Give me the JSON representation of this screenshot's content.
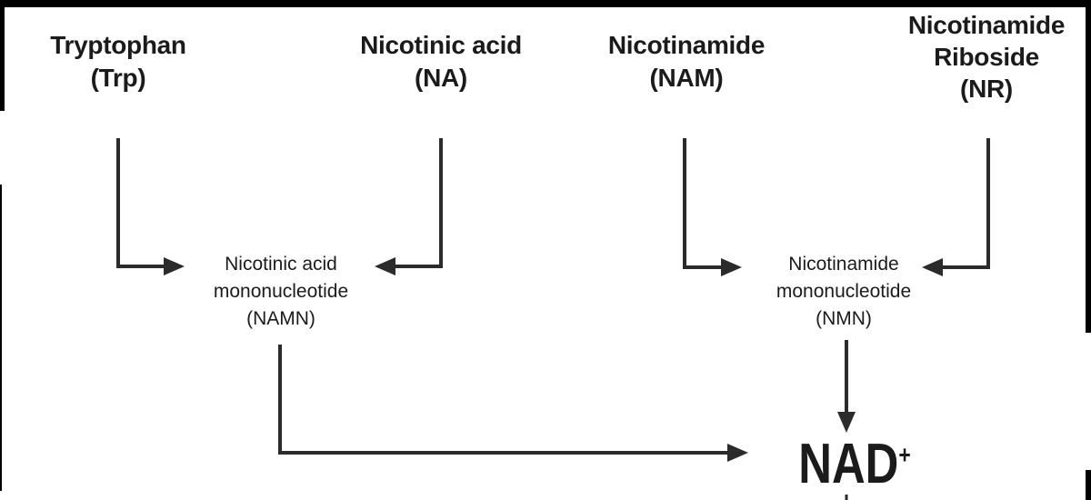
{
  "diagram": {
    "kind": "metabolic-pathway-flowchart",
    "product": "NAD+"
  },
  "colors": {
    "ink": "#1b1b1b",
    "line": "#2b2b2b",
    "border": "#000000",
    "background": "#ffffff"
  },
  "nodes": {
    "trp": {
      "lines": [
        "Tryptophan",
        "(Trp)"
      ]
    },
    "na": {
      "lines": [
        "Nicotinic acid",
        "(NA)"
      ]
    },
    "nam": {
      "lines": [
        "Nicotinamide",
        "(NAM)"
      ]
    },
    "nr": {
      "lines": [
        "Nicotinamide",
        "Riboside",
        "(NR)"
      ]
    },
    "namn": {
      "lines": [
        "Nicotinic acid",
        "mononucleotide",
        "(NAMN)"
      ]
    },
    "nmn": {
      "lines": [
        "Nicotinamide",
        "mononucleotide",
        "(NMN)"
      ]
    },
    "nad": {
      "base": "NAD",
      "superscript": "+"
    }
  },
  "edges": [
    {
      "from": "Tryptophan (Trp)",
      "to": "Nicotinic acid mononucleotide (NAMN)"
    },
    {
      "from": "Nicotinic acid (NA)",
      "to": "Nicotinic acid mononucleotide (NAMN)"
    },
    {
      "from": "Nicotinamide (NAM)",
      "to": "Nicotinamide mononucleotide (NMN)"
    },
    {
      "from": "Nicotinamide Riboside (NR)",
      "to": "Nicotinamide mononucleotide (NMN)"
    },
    {
      "from": "Nicotinic acid mononucleotide (NAMN)",
      "to": "NAD+"
    },
    {
      "from": "Nicotinamide mononucleotide (NMN)",
      "to": "NAD+"
    }
  ]
}
